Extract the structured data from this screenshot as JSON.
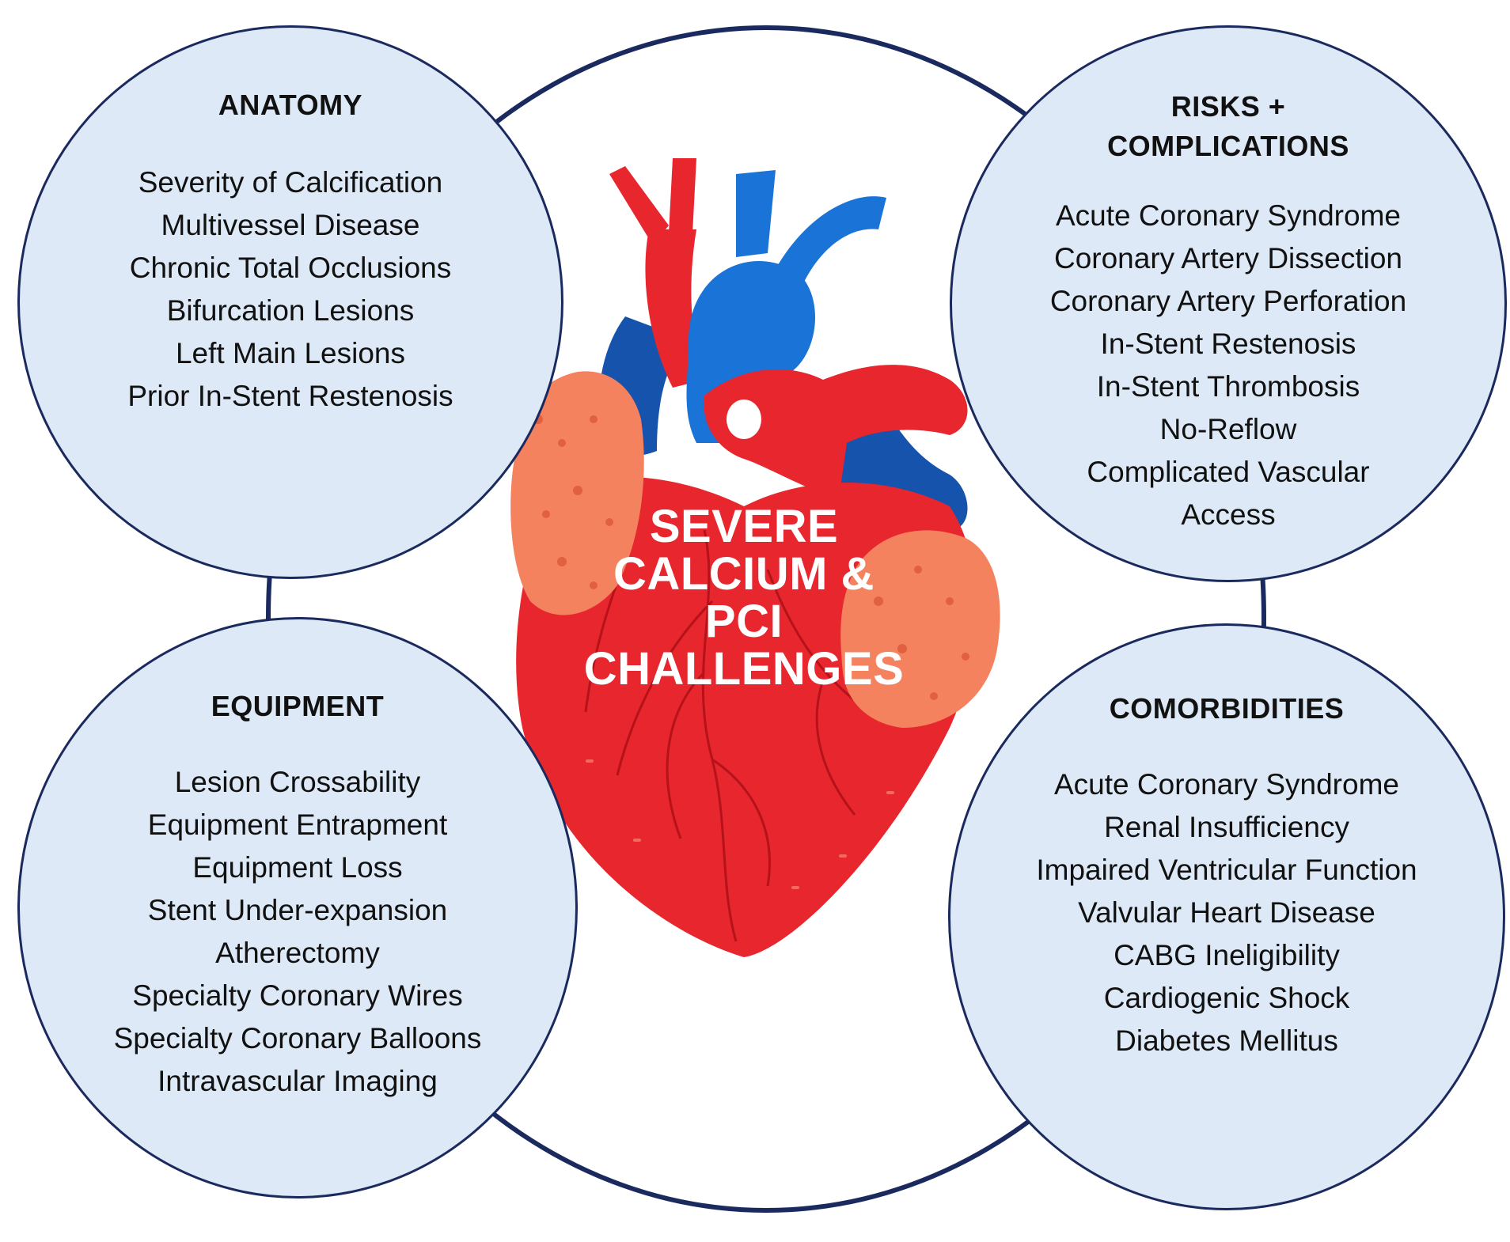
{
  "center": {
    "lines": [
      "SEVERE",
      "CALCIUM &",
      "PCI",
      "CHALLENGES"
    ]
  },
  "anatomy": {
    "title": "ANATOMY",
    "items": [
      "Severity of Calcification",
      "Multivessel Disease",
      "Chronic Total Occlusions",
      "Bifurcation Lesions",
      "Left Main Lesions",
      "Prior In-Stent Restenosis"
    ]
  },
  "risks": {
    "title_line1": "RISKS +",
    "title_line2": "COMPLICATIONS",
    "items": [
      "Acute Coronary Syndrome",
      "Coronary Artery Dissection",
      "Coronary Artery Perforation",
      "In-Stent Restenosis",
      "In-Stent Thrombosis",
      "No-Reflow",
      "Complicated Vascular",
      "Access"
    ]
  },
  "equipment": {
    "title": "EQUIPMENT",
    "items": [
      "Lesion Crossability",
      "Equipment Entrapment",
      "Equipment Loss",
      "Stent Under-expansion",
      "Atherectomy",
      "Specialty Coronary Wires",
      "Specialty Coronary Balloons",
      "Intravascular Imaging"
    ]
  },
  "comorbidities": {
    "title": "COMORBIDITIES",
    "items": [
      "Acute Coronary Syndrome",
      "Renal Insufficiency",
      "Impaired Ventricular Function",
      "Valvular Heart Disease",
      "CABG Ineligibility",
      "Cardiogenic Shock",
      "Diabetes Mellitus"
    ]
  },
  "colors": {
    "ring": "#1b2a5e",
    "bubble_fill": "#dde9f6",
    "heart_red": "#e8262e",
    "heart_dark_red": "#c8161e",
    "vessel_blue": "#1a73d6",
    "vessel_dark_blue": "#1553ad",
    "atrium_salmon": "#f5825e",
    "center_text": "#ffffff"
  }
}
